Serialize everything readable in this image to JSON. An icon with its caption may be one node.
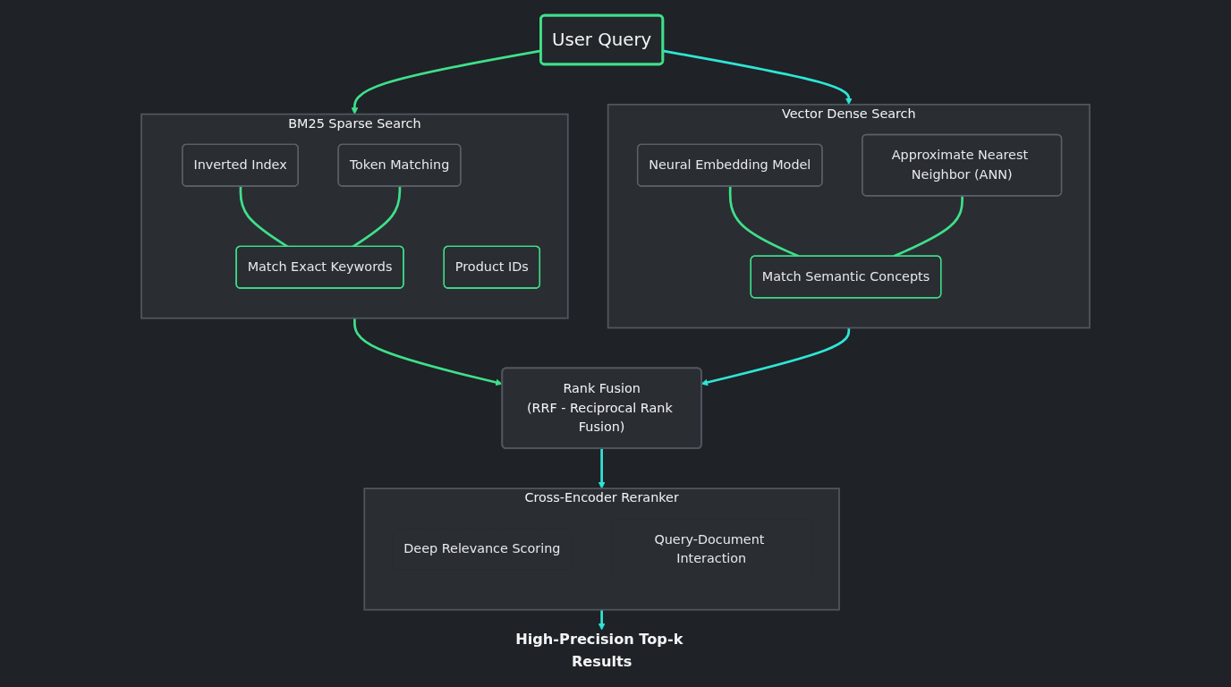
{
  "diagram": {
    "nodes": [
      {
        "text": [
          "User Query"
        ]
      },
      {
        "text": [
          "BM25 Sparse Search"
        ]
      },
      {
        "text": [
          "Inverted Index"
        ],
        "in": 1
      },
      {
        "text": [
          "Token Matching"
        ],
        "in": 1
      },
      {
        "text": [
          "Match Exact Keywords"
        ],
        "in": 1
      },
      {
        "text": [
          "Product IDs"
        ],
        "in": 1
      },
      {
        "text": [
          "Vector Dense Search"
        ]
      },
      {
        "text": [
          "Neural Embedding Model"
        ],
        "in": 6
      },
      {
        "text": [
          "Approximate Nearest Neighbor (ANN)"
        ],
        "in": 6
      },
      {
        "text": [
          "Match Semantic Concepts"
        ],
        "in": 6
      },
      {
        "text": [
          "Rank Fusion",
          "(RRF - Reciprocal Rank Fusion)"
        ]
      },
      {
        "text": [
          "Cross-Encoder Reranker"
        ]
      },
      {
        "text": [
          "Deep Relevance Scoring"
        ],
        "in": 11
      },
      {
        "text": [
          "Query-Document Interaction"
        ],
        "in": 11
      },
      {
        "text": [
          "High-Precision Top-k Results"
        ]
      }
    ],
    "edges": [
      {
        "from": 0,
        "to": 1,
        "arrow": "to"
      },
      {
        "from": 0,
        "to": 6,
        "arrow": "to",
        "color": "#2ee6d6"
      },
      {
        "from": 2,
        "to": 4,
        "arrow": "none"
      },
      {
        "from": 3,
        "to": 4,
        "arrow": "none"
      },
      {
        "from": 7,
        "to": 9,
        "arrow": "none"
      },
      {
        "from": 8,
        "to": 9,
        "arrow": "none"
      },
      {
        "from": 1,
        "to": 10,
        "arrow": "to"
      },
      {
        "from": 6,
        "to": 10,
        "arrow": "to",
        "color": "#2ee6d6"
      },
      {
        "from": 10,
        "to": 11,
        "arrow": "to",
        "color": "#2ee6d6"
      },
      {
        "from": 11,
        "to": 14,
        "arrow": "to",
        "color": "#2ee6d6"
      }
    ]
  }
}
